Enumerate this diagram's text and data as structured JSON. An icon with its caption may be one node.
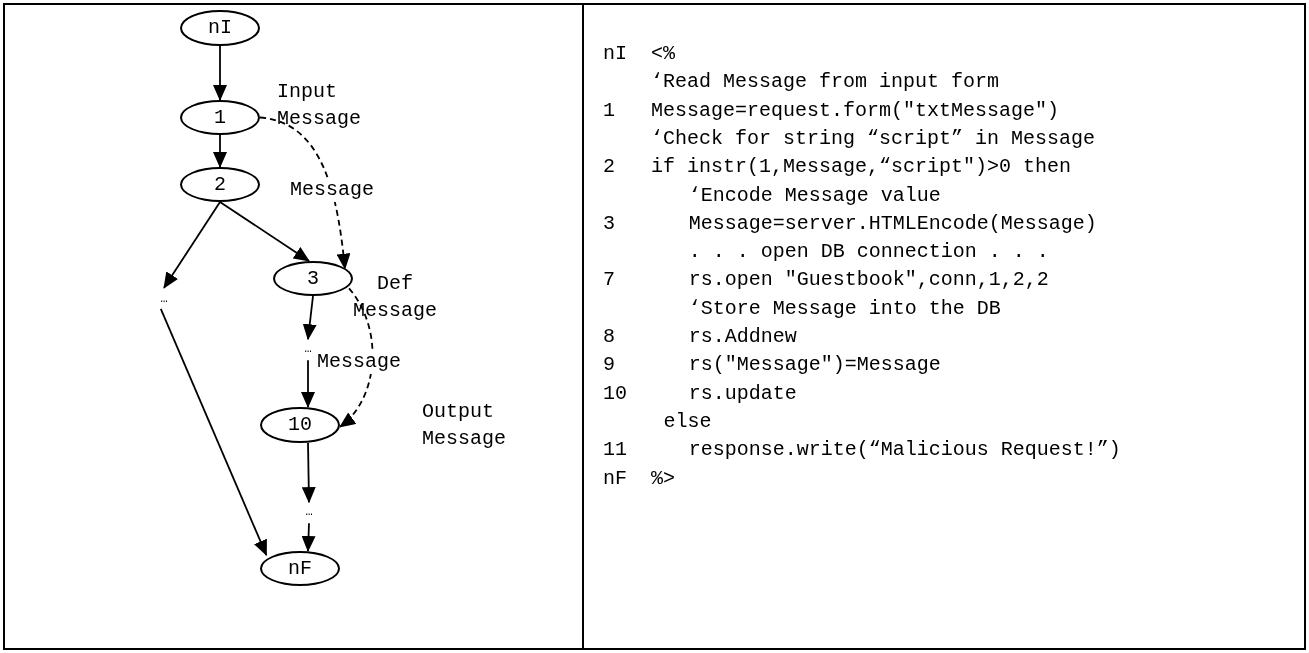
{
  "diagram": {
    "nodes": [
      {
        "text": [
          "nI"
        ]
      },
      {
        "text": [
          "1"
        ],
        "beside": [
          "Input Message"
        ]
      },
      {
        "text": [
          "2"
        ]
      },
      {
        "text": [
          "…"
        ]
      },
      {
        "text": [
          "3"
        ],
        "beside": [
          "Def Message"
        ]
      },
      {
        "text": [
          "…"
        ]
      },
      {
        "text": [
          "10"
        ]
      },
      {
        "text": [
          "…"
        ]
      },
      {
        "text": [
          "nF"
        ]
      }
    ],
    "edges": [
      {
        "from": 0,
        "to": 1,
        "arrow": "to"
      },
      {
        "from": 1,
        "to": 2,
        "arrow": "to"
      },
      {
        "from": 2,
        "to": 3,
        "arrow": "to"
      },
      {
        "from": 2,
        "to": 4,
        "arrow": "to"
      },
      {
        "from": 3,
        "to": 8,
        "arrow": "to"
      },
      {
        "from": 4,
        "to": 5,
        "arrow": "to"
      },
      {
        "from": 5,
        "to": 6,
        "arrow": "to"
      },
      {
        "from": 6,
        "to": 7,
        "arrow": "to"
      },
      {
        "from": 7,
        "to": 8,
        "arrow": "to"
      },
      {
        "from": 1,
        "to": 4,
        "arrow": "to",
        "style": "dashed",
        "label": "Message"
      },
      {
        "from": 4,
        "to": 6,
        "arrow": "to",
        "style": "dashed",
        "label": "Message"
      }
    ],
    "labels": [
      "nI",
      "<%",
      "‘Read Message from input form",
      "1",
      "Message=request.form(\"txtMessage\")",
      "‘Check for string “script” in Message",
      "2",
      "if instr(1,Message,“script\")>0 then",
      "‘Encode Message value",
      "3",
      "Message=server.HTMLEncode(Message)",
      ". . . open DB connection . . .",
      "7",
      "rs.open \"Guestbook\",conn,1,2,2",
      "‘Store Message into the DB",
      "8",
      "rs.Addnew",
      "9",
      "rs(\"Message\")=Message",
      "10",
      "rs.update",
      "else",
      "11",
      "response.write(“Malicious Request!”)",
      "nF",
      "%>",
      "Output Message"
    ]
  }
}
